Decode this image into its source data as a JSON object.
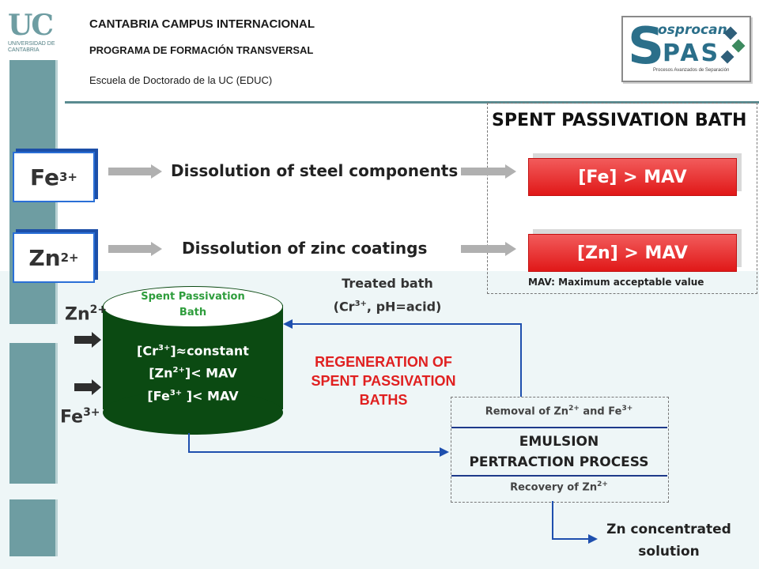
{
  "header": {
    "logo_text": "UC",
    "logo_subtext": "UNIVERSIDAD DE CANTABRIA",
    "line1": "CANTABRIA CAMPUS INTERNACIONAL",
    "line2": "PROGRAMA DE FORMACIÓN  TRANSVERSAL",
    "line3": "Escuela de Doctorado de la UC (EDUC)",
    "sosprocan_logo": {
      "big_letter": "S",
      "word1": "osprocan",
      "word2": "PAS",
      "tagline": "Procesos Avanzados de Separación"
    }
  },
  "ions": {
    "fe_base": "Fe",
    "fe_sup": "3+",
    "zn_base": "Zn",
    "zn_sup": "2+"
  },
  "processes": {
    "steel": "Dissolution of steel components",
    "zinc": "Dissolution of zinc coatings"
  },
  "spent_bath": {
    "title": "SPENT PASSIVATION BATH",
    "fe_limit": "[Fe] > MAV",
    "zn_limit": "[Zn] > MAV",
    "mav_note": "MAV: Maximum acceptable value"
  },
  "cylinder": {
    "top_label": "Spent Passivation Bath",
    "line1_a": "[Cr",
    "line1_sup": "3+",
    "line1_b": "]≈constant",
    "line2_a": "[Zn",
    "line2_sup": "2+",
    "line2_b": "]< MAV",
    "line3_a": "[Fe",
    "line3_sup": "3+",
    "line3_b": " ]< MAV"
  },
  "inputs": {
    "zn_base": "Zn",
    "zn_sup": "2+",
    "fe_base": "Fe",
    "fe_sup": "3+"
  },
  "treated_bath": {
    "line1": "Treated bath",
    "line2_a": "(Cr",
    "line2_sup": "3+",
    "line2_b": ", pH=acid)"
  },
  "regeneration": {
    "line1": "REGENERATION OF",
    "line2": "SPENT PASSIVATION",
    "line3": "BATHS"
  },
  "epp": {
    "removal_a": "Removal  of Zn",
    "removal_sup1": "2+",
    "removal_b": " and Fe",
    "removal_sup2": "3+",
    "title1": "EMULSION",
    "title2": "PERTRACTION PROCESS",
    "recovery_a": "Recovery of Zn",
    "recovery_sup": "2+"
  },
  "product": {
    "line1": "Zn concentrated",
    "line2": "solution"
  },
  "colors": {
    "accent_blue": "#2a6fd6",
    "red_box": "#e01818",
    "cylinder_green": "#0b4a12",
    "regeneration_red": "#e02020",
    "sidebar_teal": "#6e9da2"
  }
}
